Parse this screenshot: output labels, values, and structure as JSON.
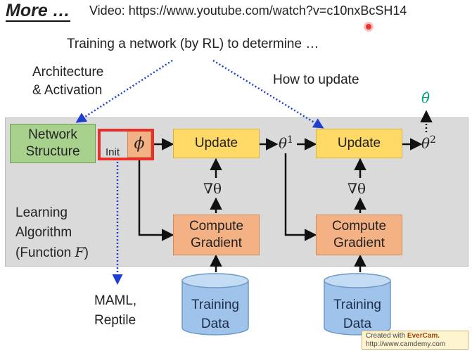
{
  "header": {
    "more_label": "More …",
    "video_text": "Video: https://www.youtube.com/watch?v=c10nxBcSH14"
  },
  "diagram": {
    "training_caption": "Training a network (by RL) to determine …",
    "architecture_line1": "Architecture",
    "architecture_line2": "& Activation",
    "how_to_update": "How to update",
    "network_structure_line1": "Network",
    "network_structure_line2": "Structure",
    "init_label": "Init",
    "phi": "ϕ",
    "update_label": "Update",
    "compute_line1": "Compute",
    "compute_line2": "Gradient",
    "theta": "θ",
    "theta1_sup": "1",
    "theta2_sup": "2",
    "theta_hat": "θ̂",
    "nabla_theta": "∇θ",
    "learning_line1": "Learning",
    "learning_line2": "Algorithm",
    "learning_line3": "(Function ",
    "function_symbol": "F",
    "learning_line3_close": ")",
    "maml_line1": "MAML,",
    "maml_line2": "Reptile",
    "training_data_line1": "Training",
    "training_data_line2": "Data"
  },
  "watermark": {
    "created_with": "Created with ",
    "brand": "EverCam.",
    "url": "http://www.camdemy.com"
  },
  "colors": {
    "network_structure": "#a9d18e",
    "update": "#ffd966",
    "compute": "#f4b183",
    "highlight_frame": "#e8302a",
    "dotted_arrow": "#1f3fd0",
    "cylinder": "#9fc3ea",
    "theta_hat": "#00a080"
  }
}
